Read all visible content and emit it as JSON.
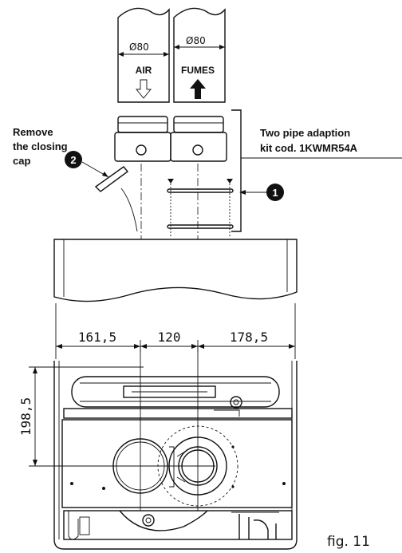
{
  "pipes": {
    "air": {
      "diameter": "Ø80",
      "label": "AIR"
    },
    "fumes": {
      "diameter": "Ø80",
      "label": "FUMES"
    }
  },
  "labels": {
    "remove_line1": "Remove",
    "remove_line2": "the closing",
    "remove_line3": "cap",
    "kit_line1": "Two pipe adaption",
    "kit_line2": "kit cod. 1KWMR54A"
  },
  "callouts": {
    "one": "1",
    "two": "2"
  },
  "dimensions": {
    "d1": "161,5",
    "d2": "120",
    "d3": "178,5",
    "height": "198,5"
  },
  "figure_caption": "fig. 11"
}
